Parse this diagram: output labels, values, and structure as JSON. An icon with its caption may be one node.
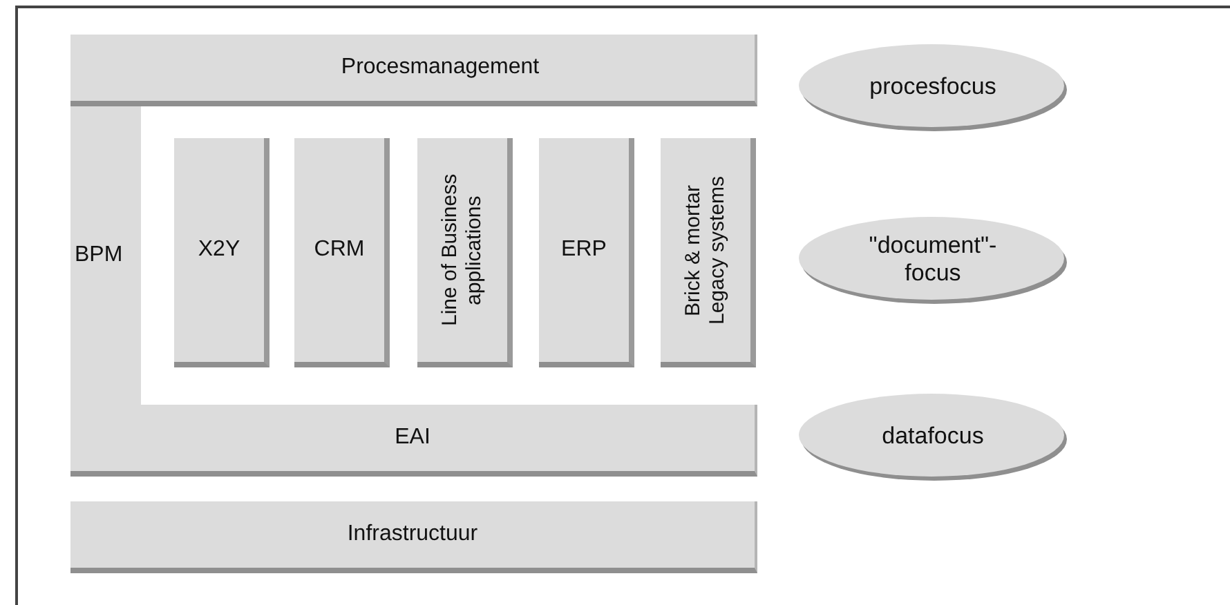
{
  "diagram": {
    "nodes": [
      {
        "text": [
          "Procesmanagement"
        ]
      },
      {
        "text": [
          "BPM"
        ]
      },
      {
        "text": [
          "X2Y"
        ]
      },
      {
        "text": [
          "CRM"
        ]
      },
      {
        "text": [
          "Line of Business applications"
        ]
      },
      {
        "text": [
          "ERP"
        ]
      },
      {
        "text": [
          "Brick & mortar Legacy systems"
        ]
      },
      {
        "text": [
          "EAI"
        ]
      },
      {
        "text": [
          "Infrastructuur"
        ]
      },
      {
        "text": [
          "procesfocus"
        ]
      },
      {
        "text": [
          "\"document\"- focus"
        ]
      },
      {
        "text": [
          "datafocus"
        ]
      }
    ]
  }
}
